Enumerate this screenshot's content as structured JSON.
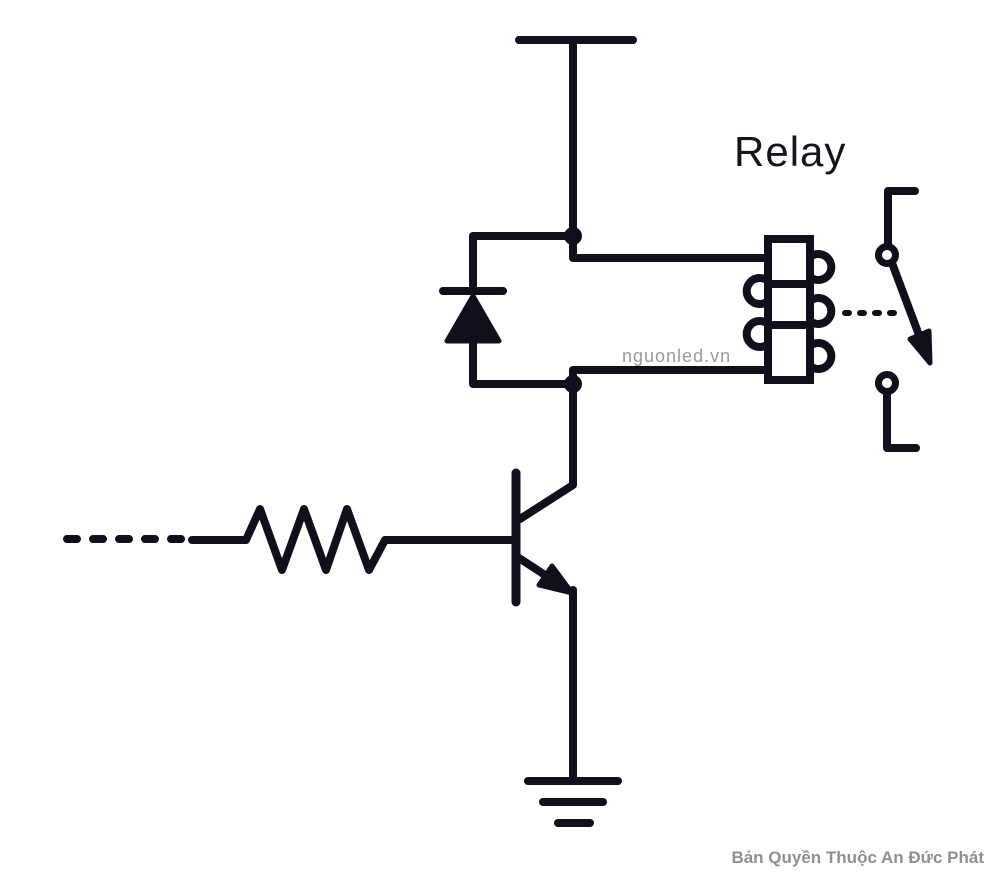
{
  "diagram": {
    "type": "circuit-schematic",
    "subject": "NPN transistor relay driver circuit",
    "labels": {
      "relay": "Relay",
      "watermark": "nguonled.vn",
      "copyright": "Bản Quyền Thuộc An Đức Phát"
    },
    "colors": {
      "line": "#10101c",
      "background": "#ffffff",
      "watermark_text": "#9b9b9b",
      "copyright_text": "#909090"
    },
    "components": [
      {
        "name": "power-rail",
        "symbol": "supply bar at top"
      },
      {
        "name": "flyback-diode",
        "symbol": "diode across relay coil, cathode up"
      },
      {
        "name": "relay-coil",
        "symbol": "winding box with side loops"
      },
      {
        "name": "relay-switch",
        "symbol": "two contacts with arrow arm"
      },
      {
        "name": "npn-transistor",
        "symbol": "BJT, emitter arrow to ground"
      },
      {
        "name": "base-resistor",
        "symbol": "zigzag resistor on base line"
      },
      {
        "name": "input-line",
        "symbol": "dashed control input"
      },
      {
        "name": "ground",
        "symbol": "three-bar earth ground"
      }
    ]
  }
}
